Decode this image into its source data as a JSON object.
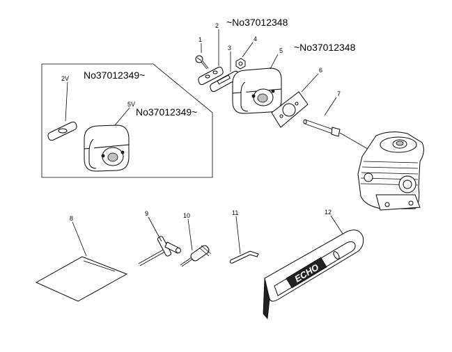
{
  "labels": {
    "p1": "1",
    "p2": "2",
    "p3": "3",
    "p4": "4",
    "p5": "5",
    "p6": "6",
    "p7": "7",
    "p8": "8",
    "p9": "9",
    "p10": "10",
    "p11": "11",
    "p12": "12",
    "p2v": "2V",
    "p5v": "5V"
  },
  "serials": {
    "s2": "~No37012348",
    "s5": "~No37012348",
    "s2v": "No37012349~",
    "s5v": "No37012349~"
  },
  "bar_logo": "ECHO"
}
